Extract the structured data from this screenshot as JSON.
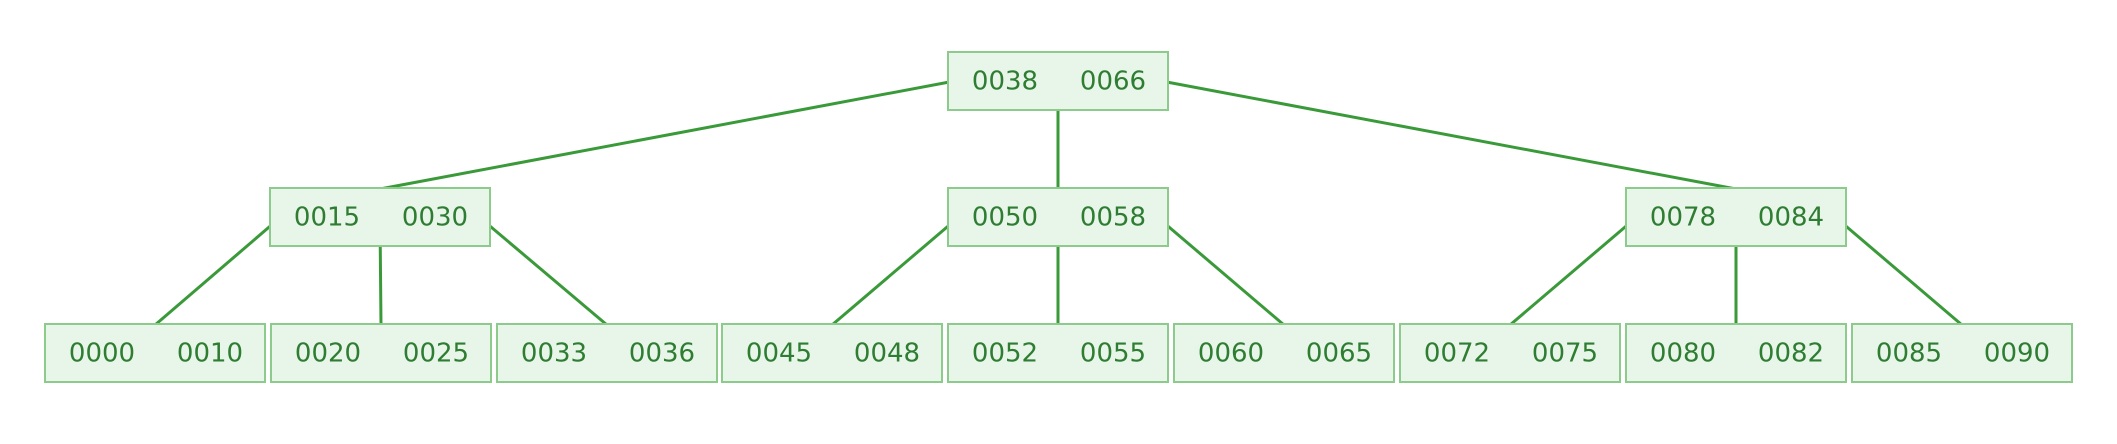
{
  "style": {
    "node_fill": "#e8f5e9",
    "node_stroke": "#8ccb8c",
    "edge_color": "#3a9a3a",
    "text_color": "#2e7d32"
  },
  "tree": {
    "root": {
      "keys": [
        "0038",
        "0066"
      ]
    },
    "level1": [
      {
        "keys": [
          "0015",
          "0030"
        ]
      },
      {
        "keys": [
          "0050",
          "0058"
        ]
      },
      {
        "keys": [
          "0078",
          "0084"
        ]
      }
    ],
    "leaves": [
      {
        "keys": [
          "0000",
          "0010"
        ]
      },
      {
        "keys": [
          "0020",
          "0025"
        ]
      },
      {
        "keys": [
          "0033",
          "0036"
        ]
      },
      {
        "keys": [
          "0045",
          "0048"
        ]
      },
      {
        "keys": [
          "0052",
          "0055"
        ]
      },
      {
        "keys": [
          "0060",
          "0065"
        ]
      },
      {
        "keys": [
          "0072",
          "0075"
        ]
      },
      {
        "keys": [
          "0080",
          "0082"
        ]
      },
      {
        "keys": [
          "0085",
          "0090"
        ]
      }
    ]
  }
}
